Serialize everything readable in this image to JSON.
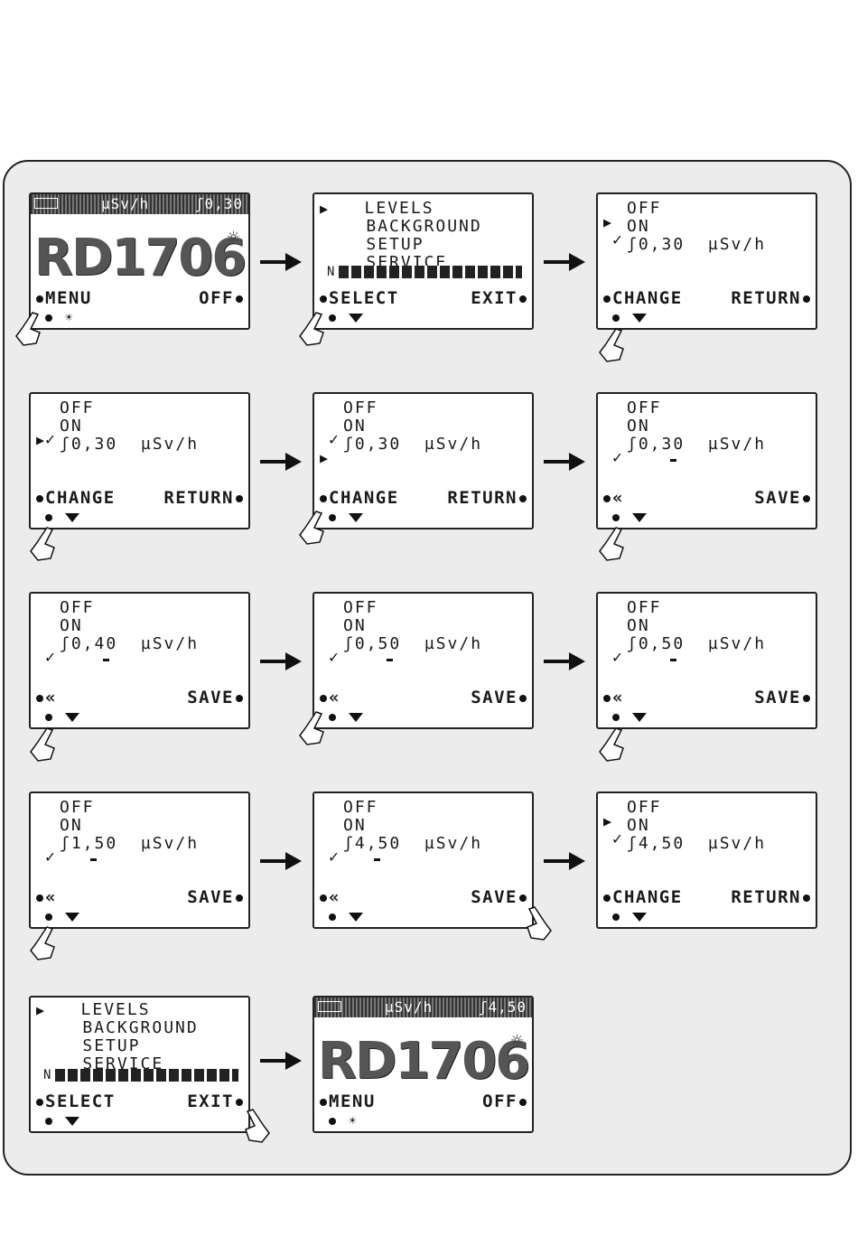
{
  "screens": {
    "s1": {
      "status_unit": "µSv/h",
      "status_threshold": "ʃ0,30",
      "model": "RD1706",
      "soft_left": "MENU",
      "soft_right": "OFF"
    },
    "s2": {
      "lines": [
        "LEVELS",
        "BACKGROUND",
        "SETUP",
        "SERVICE"
      ],
      "step_label": "N",
      "soft_left": "SELECT",
      "soft_right": "EXIT"
    },
    "s3": {
      "lines": [
        "OFF",
        "ON",
        "ʃ0,30  µSv/h"
      ],
      "soft_left": "CHANGE",
      "soft_right": "RETURN"
    },
    "s4": {
      "lines": [
        "OFF",
        "ON",
        "ʃ0,30  µSv/h"
      ],
      "soft_left": "CHANGE",
      "soft_right": "RETURN"
    },
    "s5": {
      "lines": [
        "OFF",
        "ON",
        "ʃ0,30  µSv/h"
      ],
      "soft_left": "CHANGE",
      "soft_right": "RETURN"
    },
    "s6": {
      "lines": [
        "OFF",
        "ON",
        "ʃ0,30  µSv/h"
      ],
      "soft_left": "«",
      "soft_right": "SAVE"
    },
    "s7": {
      "lines": [
        "OFF",
        "ON",
        "ʃ0,40  µSv/h"
      ],
      "soft_left": "«",
      "soft_right": "SAVE"
    },
    "s8": {
      "lines": [
        "OFF",
        "ON",
        "ʃ0,50  µSv/h"
      ],
      "soft_left": "«",
      "soft_right": "SAVE"
    },
    "s9": {
      "lines": [
        "OFF",
        "ON",
        "ʃ0,50  µSv/h"
      ],
      "soft_left": "«",
      "soft_right": "SAVE"
    },
    "s10": {
      "lines": [
        "OFF",
        "ON",
        "ʃ1,50  µSv/h"
      ],
      "soft_left": "«",
      "soft_right": "SAVE"
    },
    "s11": {
      "lines": [
        "OFF",
        "ON",
        "ʃ4,50  µSv/h"
      ],
      "soft_left": "«",
      "soft_right": "SAVE"
    },
    "s12": {
      "lines": [
        "OFF",
        "ON",
        "ʃ4,50  µSv/h"
      ],
      "soft_left": "CHANGE",
      "soft_right": "RETURN"
    },
    "s13": {
      "lines": [
        "LEVELS",
        "BACKGROUND",
        "SETUP",
        "SERVICE"
      ],
      "step_label": "N",
      "soft_left": "SELECT",
      "soft_right": "EXIT"
    },
    "s14": {
      "status_unit": "µSv/h",
      "status_threshold": "ʃ4,50",
      "model": "RD1706",
      "soft_left": "MENU",
      "soft_right": "OFF"
    }
  },
  "colors": {
    "panel": "#ececec",
    "ink": "#1a1a1a",
    "screen": "#ffffff"
  },
  "icons": {
    "cursor": "▶",
    "check": "✓",
    "alarm": "bell-icon",
    "backlight": "sun-icon",
    "press": "hand-pointer-icon"
  }
}
